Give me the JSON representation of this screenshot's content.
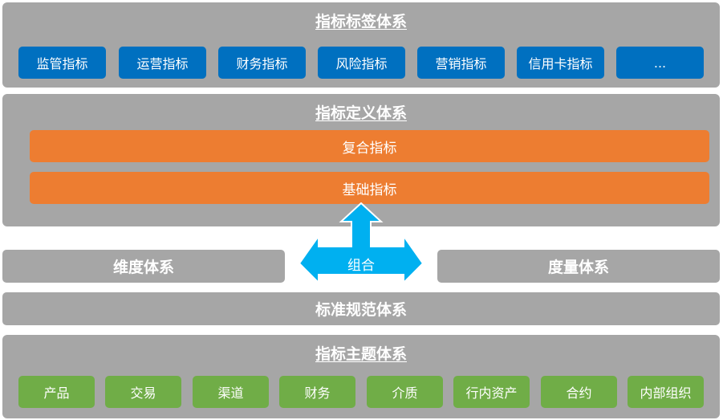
{
  "tag_system": {
    "title": "指标标签体系",
    "items": [
      "监管指标",
      "运营指标",
      "财务指标",
      "风险指标",
      "营销指标",
      "信用卡指标",
      "..."
    ]
  },
  "definition_system": {
    "title": "指标定义体系",
    "composite": "复合指标",
    "basic": "基础指标"
  },
  "combine_label": "组合",
  "dimension_system": "维度体系",
  "measure_system": "度量体系",
  "standard_system": "标准规范体系",
  "theme_system": {
    "title": "指标主题体系",
    "items": [
      "产品",
      "交易",
      "渠道",
      "财务",
      "介质",
      "行内资产",
      "合约",
      "内部组织"
    ]
  },
  "colors": {
    "panel_gray": "#a6a6a6",
    "tag_blue": "#0070c0",
    "definition_orange": "#ed7d31",
    "theme_green": "#70ad47",
    "arrow_cyan": "#00b0f0"
  }
}
